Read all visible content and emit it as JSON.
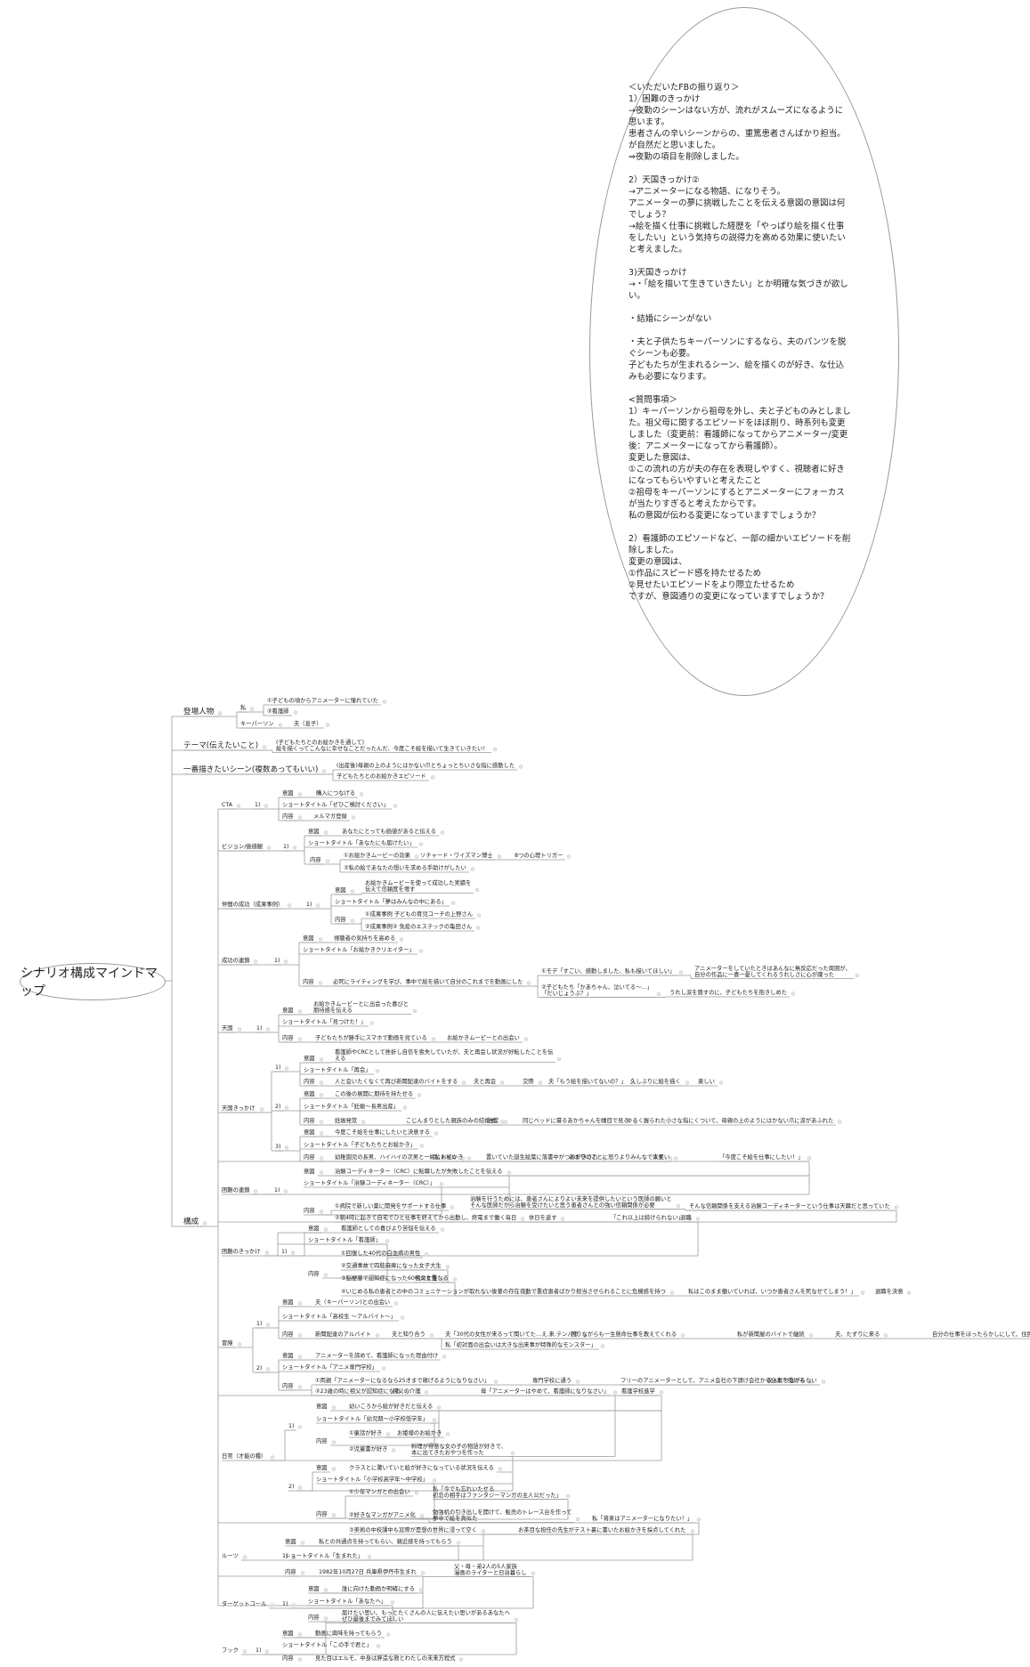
{
  "root": {
    "label": "シナリオ構成マインドマップ"
  },
  "feedback": {
    "text": "＜いただいたFBの振り返り＞\n1）困難のきっかけ\n→夜勤のシーンはない方が、流れがスムーズになるように思います。\n患者さんの辛いシーンからの、重篤患者さんばかり担当。が自然だと思いました。\n⇒夜勤の項目を削除しました。\n\n2）天国きっかけ②\n→アニメーターになる物語、になりそう。\nアニメーターの夢に挑戦したことを伝える意図の意図は何でしょう？\n→絵を描く仕事に挑戦した経歴を「やっぱり絵を描く仕事をしたい」という気持ちの説得力を高める効果に使いたいと考えました。\n\n3)天国きっかけ\n→・「絵を描いて生きていきたい」とか明確な気づきが欲しい。\n\n・結婚にシーンがない\n\n・夫と子供たちキーパーソンにするなら、夫のパンツを脱ぐシーンも必要。\n子どもたちが生まれるシーン、絵を描くのが好き、な仕込みも必要になります。\n\n<質問事項＞\n1）キーパーソンから祖母を外し、夫と子どものみとしました。祖父母に関するエピソードをほぼ削り、時系列も変更しました（変更前：看護師になってからアニメーター/変更後：アニメーターになってから看護師）。\n変更した意図は、\n①この流れの方が夫の存在を表現しやすく、視聴者に好きになってもらいやすいと考えたこと\n②祖母をキーパーソンにするとアニメーターにフォーカスが当たりすぎると考えたからです。\n私の意図が伝わる変更になっていますでしょうか？\n\n2）看護師のエピソードなど、一部の細かいエピソードを削除しました。\n変更の意図は、\n①作品にスピード感を持たせるため\n②見せたいエピソードをより際立たせるため\nですが、意図通りの変更になっていますでしょうか？"
  },
  "nodes": [
    {
      "t": "登場人物"
    },
    {
      "t": "私"
    },
    {
      "t": "①子どもの頃からアニメーターに憧れていた"
    },
    {
      "t": "②看護師"
    },
    {
      "t": "キーパーソン"
    },
    {
      "t": "夫（息子）"
    },
    {
      "t": "テーマ(伝えたいこと)"
    },
    {
      "t": "(子どもたちとのお絵かきを通して)\n絵を描くってこんなに幸せなことだったんだ、今度こそ絵を描いて生きていきたい！"
    },
    {
      "t": "一番描きたいシーン(複数あってもいい)"
    },
    {
      "t": "(出産後)母親の上のようにはかない爪とちょっとちいさな指に感動した"
    },
    {
      "t": "子どもたちとのお絵かきエピソード"
    },
    {
      "t": "構成"
    },
    {
      "t": "CTA"
    },
    {
      "t": "1)"
    },
    {
      "t": "意図"
    },
    {
      "t": "購入につなげる"
    },
    {
      "t": "ショートタイトル「ぜひご検討ください」"
    },
    {
      "t": "内容"
    },
    {
      "t": "メルマガ登録"
    },
    {
      "t": "ビジョン/価値観"
    },
    {
      "t": "1)"
    },
    {
      "t": "意図"
    },
    {
      "t": "あなたにとっても価値があると伝える"
    },
    {
      "t": "ショートタイトル「あなたにも届けたい」"
    },
    {
      "t": "内容"
    },
    {
      "t": "①お絵かきムービーの効果"
    },
    {
      "t": "ソチャード・ワイズマン博士"
    },
    {
      "t": "8つの心理トリガー"
    },
    {
      "t": "②私の絵であなたの想いを求める手助けがしたい"
    },
    {
      "t": "仲間の成功（成果事例）"
    },
    {
      "t": "1)"
    },
    {
      "t": "お絵かきムービーを使って成功した実績を\n伝えて信頼度を増す"
    },
    {
      "t": "意図"
    },
    {
      "t": "ショートタイトル「夢はみんなの中にある」"
    },
    {
      "t": "内容"
    },
    {
      "t": "①成果事例 子どもの育児コーチの上野さん"
    },
    {
      "t": "②成果事例② 免疫のエステックの亀田さん"
    },
    {
      "t": "成功の連鎖"
    },
    {
      "t": "1)"
    },
    {
      "t": "意図"
    },
    {
      "t": "視聴者の気持ちを高める"
    },
    {
      "t": "ショートタイトル「お絵かきクリエイター」"
    },
    {
      "t": "内容"
    },
    {
      "t": "必死にライティングを学び、事中で絵を描いて自分のこれまでを動画にした"
    },
    {
      "t": "①モデ「すごい、感動しました、私も描いてほしい」"
    },
    {
      "t": "アニメーターをしていたときはあんなに無反応だった周囲が、\n自分の作品に一喜一憂してくれるうれしさに心が躍った"
    },
    {
      "t": "②子どもたち「かあちゃん、泣いてる〜…」\n「だいじょうぶ？」"
    },
    {
      "t": "うれし涙を隠すのに、子どもたちを抱きしめた"
    },
    {
      "t": "天国"
    },
    {
      "t": "1)"
    },
    {
      "t": "お絵かきムービーとに出会った喜びと\n期待感を伝える"
    },
    {
      "t": "意図"
    },
    {
      "t": "ショートタイトル「見つけた！」"
    },
    {
      "t": "内容"
    },
    {
      "t": "子どもたちが勝手にスマホで動画を見ている"
    },
    {
      "t": "お絵かきムービーとの出会い"
    },
    {
      "t": "天国きっかけ"
    },
    {
      "t": "1)"
    },
    {
      "t": "看護師やCRCとして挫折し自信を喪失していたが、夫と再会し状況が好転したことを伝\nえる"
    },
    {
      "t": "意図"
    },
    {
      "t": "ショートタイトル「再会」"
    },
    {
      "t": "内容"
    },
    {
      "t": "人と会いたくなくて再び新聞配達のバイトをする"
    },
    {
      "t": "夫と再会"
    },
    {
      "t": "交際"
    },
    {
      "t": "夫「もう絵を描いてないの？」"
    },
    {
      "t": "久しぶりに絵を描く"
    },
    {
      "t": "楽しい"
    },
    {
      "t": "2)"
    },
    {
      "t": "意図"
    },
    {
      "t": "この後の展開に期待を持たせる"
    },
    {
      "t": "ショートタイトル「妊娠〜長男出産」"
    },
    {
      "t": "内容"
    },
    {
      "t": "妊娠発覚"
    },
    {
      "t": "こじんまりとした親族のみの結婚式"
    },
    {
      "t": "出産"
    },
    {
      "t": "同じベッドに寝るあかちゃんを睡目で見る"
    },
    {
      "t": "ゆるく握られた小さな指にくついて、母親の上のようにはかない爪に涙があふれた"
    },
    {
      "t": "3)"
    },
    {
      "t": "意図"
    },
    {
      "t": "今度こそ絵を仕事にしたいと決意する"
    },
    {
      "t": "ショートタイトル「子どもたちとお絵かき」"
    },
    {
      "t": "内容"
    },
    {
      "t": "幼稚園児の長男、ハイハイの次男と一緒にお絵かき"
    },
    {
      "t": "私トイレ"
    },
    {
      "t": "置いていた誕生絵葉に落書中がつのがきされ"
    },
    {
      "t": "あまりのことに怒りよりみんなで大笑い"
    },
    {
      "t": "幸せ"
    },
    {
      "t": "「今度こそ絵を仕事にしたい！」"
    },
    {
      "t": "困難の連鎖"
    },
    {
      "t": "1)"
    },
    {
      "t": "意図"
    },
    {
      "t": "治験コーディネーター（CRC）に転職したが失敗したことを伝える"
    },
    {
      "t": "ショートタイトル「治験コーディネーター（CRC）」"
    },
    {
      "t": "内容"
    },
    {
      "t": "①病院で新しい薬に開発をサポートする仕事"
    },
    {
      "t": "治験を行うためには、患者さんによりよい未来を提供したいという医師の願いと\nそんな医師だから治験を受けたいと思う患者さんとの強い信頼関係が必要"
    },
    {
      "t": "そんな信頼関係を支える治験コーディネーターという仕事は天職だと思っていた"
    },
    {
      "t": "②朝4時に起きて自宅でひと仕事を終えてから出勤し、終電まで働く毎日"
    },
    {
      "t": "休日を返す"
    },
    {
      "t": "「これ以上は続けられない」"
    },
    {
      "t": "退職"
    },
    {
      "t": "困難のきっかけ"
    },
    {
      "t": "1)"
    },
    {
      "t": "意図"
    },
    {
      "t": "看護師としての喜びより苦悩を伝える"
    },
    {
      "t": "ショートタイトル「看護師」"
    },
    {
      "t": "内容"
    },
    {
      "t": "①回復した40代の白血病の男性"
    },
    {
      "t": "②交通事故で四肢麻痺になった女子大生"
    },
    {
      "t": "③脳梗塞で認知症になった60代の女性"
    },
    {
      "t": "祖父と重なる"
    },
    {
      "t": "④いじめる私の患者との中のコミュニケーションが取れない後輩の存在"
    },
    {
      "t": "夜勤で重症患者ばかり担当させられることに危機感を持つ"
    },
    {
      "t": "私はこのまま働いていれば、いつか患者さんを死なせてしまう！」"
    },
    {
      "t": "退職を決意"
    },
    {
      "t": "冒険"
    },
    {
      "t": "1)"
    },
    {
      "t": "意図"
    },
    {
      "t": "夫（キーパーソン)との出会い"
    },
    {
      "t": "ショートタイトル「高校生 〜アルバイト〜」"
    },
    {
      "t": "内容"
    },
    {
      "t": "新聞配達のアルバイト"
    },
    {
      "t": "夫と知り合う"
    },
    {
      "t": "夫「30代の女性が来るって聞いてた…え.来.テンパる"
    },
    {
      "t": "困りながらも一生懸命仕事を教えてくれる"
    },
    {
      "t": "私が新聞屋のバイトで継続"
    },
    {
      "t": "夫、たずりに来る"
    },
    {
      "t": "自分の仕事をほったらかしにして、住民に怒られる"
    },
    {
      "t": "私「初対面の出会いは大きな出来事が特殊的なモンスター」"
    },
    {
      "t": "2)"
    },
    {
      "t": "意図"
    },
    {
      "t": "アニメーターを諦めて、看護師になった理由付け"
    },
    {
      "t": "ショートタイトル「アニメ専門学校」"
    },
    {
      "t": "内容"
    },
    {
      "t": "①両親「アニメーターになるなら25才まで稼げるようになりなさい」"
    },
    {
      "t": "専門学校に通う"
    },
    {
      "t": "フリーのアニメーターとして、アニメ会社の下請け会社から仕事を受ける"
    },
    {
      "t": "収入につながらない"
    },
    {
      "t": "②23歳の時に祖父が認知症になる"
    },
    {
      "t": "祖父の介護"
    },
    {
      "t": "母「アニメーターはやめて、看護師になりなさい」"
    },
    {
      "t": "看護学校進学"
    },
    {
      "t": "日常（才能の種）"
    },
    {
      "t": "1)"
    },
    {
      "t": "意図"
    },
    {
      "t": "幼いころから絵が好きだと伝える"
    },
    {
      "t": "ショートタイトル「幼児期〜小学校低学年」"
    },
    {
      "t": "内容"
    },
    {
      "t": "①童話が好き"
    },
    {
      "t": "お姫様のお絵かき"
    },
    {
      "t": "②児童書が好き"
    },
    {
      "t": "料理が得意な女の子の物語が好きで、\n本に出てきたおやつを作った"
    },
    {
      "t": "2)"
    },
    {
      "t": "意図"
    },
    {
      "t": "クラスとに驚いていと絵が好きになっている状況を伝える"
    },
    {
      "t": "ショートタイトル「小学校高学年〜中学校」"
    },
    {
      "t": "内容"
    },
    {
      "t": "①少年マンガとの出会い"
    },
    {
      "t": "私「今でも忘れいたせる\n初恋の相手はファンタジーマンガの主人公だった」"
    },
    {
      "t": "②好きなマンガがアニメ化"
    },
    {
      "t": "勉強机の引き出しを開けて、販売のトレース台を作って\n夢中で絵を真似た"
    },
    {
      "t": "私「将来はアニメーターになりたい！」"
    },
    {
      "t": "③美術の中校課中も窓際が是想の世界に浸って空く"
    },
    {
      "t": "お茶目な担任の先生がテスト裏に書いたお絵かきを採点してくれた"
    },
    {
      "t": "ルーツ"
    },
    {
      "t": "1)"
    },
    {
      "t": "意図"
    },
    {
      "t": "私との共通点を持ってもらい、親近感を持ってもらう"
    },
    {
      "t": "ショートタイトル「生まれた」"
    },
    {
      "t": "内容"
    },
    {
      "t": "1982年10月27日 兵庫県伊丹市生まれ"
    },
    {
      "t": "父・母・弟2人の5人家族\n漫画のライターと日治暮らし"
    },
    {
      "t": "ターゲットコール"
    },
    {
      "t": "1)"
    },
    {
      "t": "意図"
    },
    {
      "t": "誰に向けた動画か明確にする"
    },
    {
      "t": "ショートタイトル「あなたへ」"
    },
    {
      "t": "内容"
    },
    {
      "t": "届けたい思い、もっとたくさんの人に伝えたい思いがあるあなたへ\nぜひ最後までみてほしい"
    },
    {
      "t": "フック"
    },
    {
      "t": "1)"
    },
    {
      "t": "意図"
    },
    {
      "t": "動画に興味を持ってもらう"
    },
    {
      "t": "ショートタイトル「この手で君と」"
    },
    {
      "t": "内容"
    },
    {
      "t": "見た目はエルモ、中身は胖造な救とわたしの未来方程式"
    }
  ]
}
